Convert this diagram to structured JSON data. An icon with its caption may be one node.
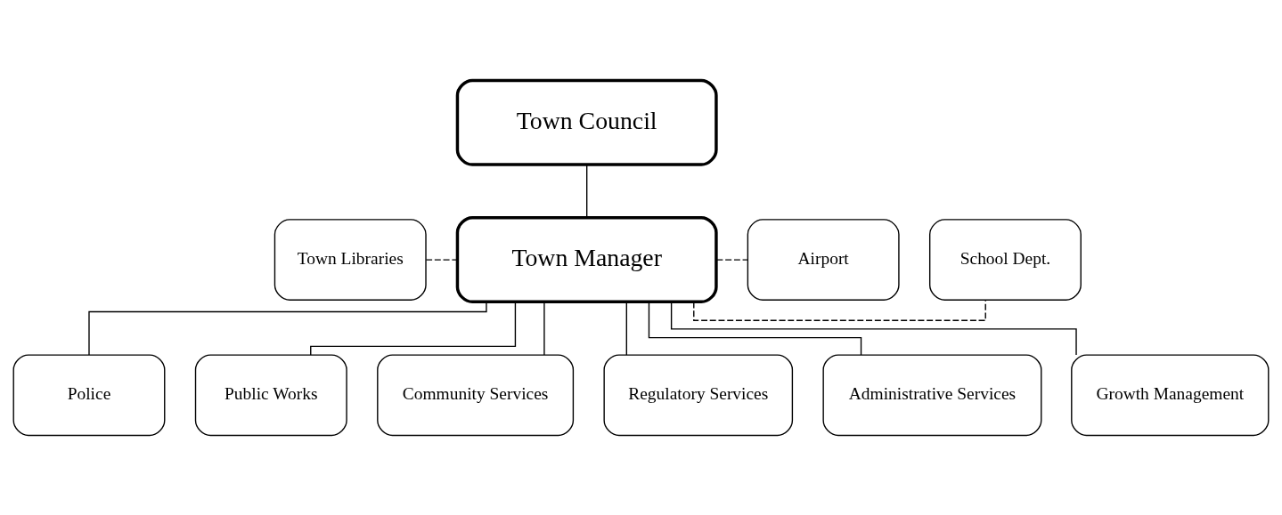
{
  "diagram": {
    "nodes": [
      {
        "text": [
          "Town Council"
        ]
      },
      {
        "text": [
          "Town Manager"
        ]
      },
      {
        "text": [
          "Town Libraries"
        ]
      },
      {
        "text": [
          "School Dept."
        ]
      },
      {
        "text": [
          "Airport"
        ]
      },
      {
        "text": [
          "Police"
        ]
      },
      {
        "text": [
          "Public Works"
        ]
      },
      {
        "text": [
          "Community Services"
        ]
      },
      {
        "text": [
          "Regulatory Services"
        ]
      },
      {
        "text": [
          "Administrative Services"
        ]
      },
      {
        "text": [
          "Growth Management"
        ]
      }
    ],
    "edges": [
      {
        "from": 0,
        "to": 1,
        "arrow": "none"
      },
      {
        "from": 2,
        "to": 1,
        "arrow": "none",
        "style": "dashed"
      },
      {
        "from": 1,
        "to": 3,
        "arrow": "none",
        "style": "dashed"
      },
      {
        "from": 1,
        "to": 4,
        "arrow": "none",
        "style": "dashed"
      },
      {
        "from": 1,
        "to": 5,
        "arrow": "none"
      },
      {
        "from": 1,
        "to": 6,
        "arrow": "none"
      },
      {
        "from": 1,
        "to": 7,
        "arrow": "none"
      },
      {
        "from": 1,
        "to": 8,
        "arrow": "none"
      },
      {
        "from": 1,
        "to": 9,
        "arrow": "none"
      },
      {
        "from": 1,
        "to": 10,
        "arrow": "none"
      }
    ]
  }
}
